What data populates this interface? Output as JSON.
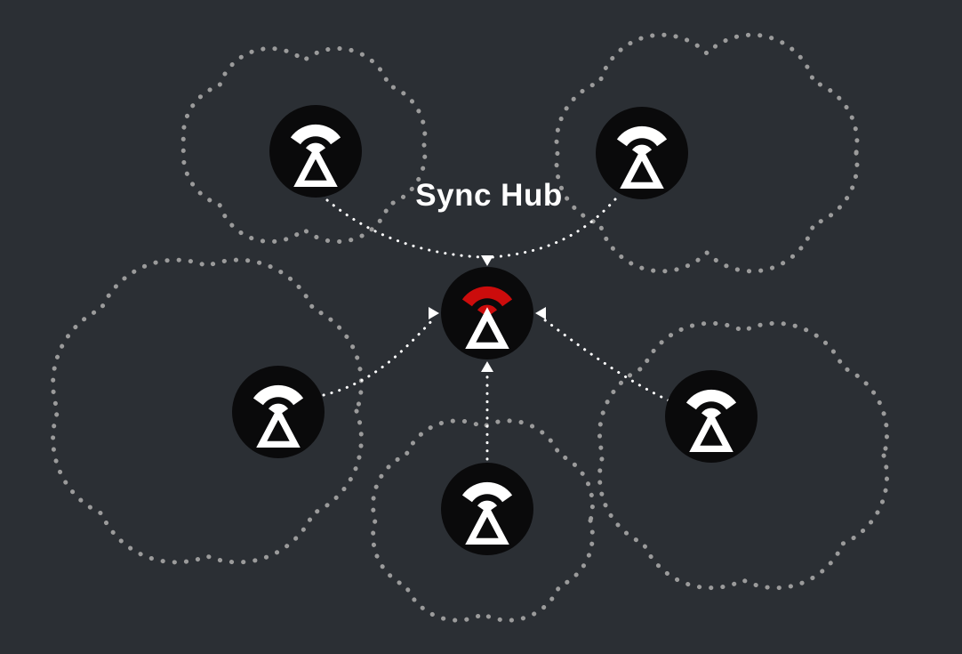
{
  "diagram": {
    "title": "Sync Hub",
    "type": "hub-and-spoke",
    "hub": {
      "id": "sync-hub",
      "icon": "sync-node-icon",
      "accent_color": "#cc0c0c"
    },
    "satellites": [
      {
        "id": "node-top-left",
        "icon": "sync-node-icon",
        "container": "dotted-cloud"
      },
      {
        "id": "node-top-right",
        "icon": "sync-node-icon",
        "container": "dotted-cloud"
      },
      {
        "id": "node-middle-left",
        "icon": "sync-node-icon",
        "container": "dotted-cloud"
      },
      {
        "id": "node-middle-right",
        "icon": "sync-node-icon",
        "container": "dotted-cloud"
      },
      {
        "id": "node-bottom-center",
        "icon": "sync-node-icon",
        "container": "dotted-cloud"
      }
    ],
    "edges": [
      {
        "from": "node-top-left",
        "to": "sync-hub",
        "style": "dotted-arrow"
      },
      {
        "from": "node-top-right",
        "to": "sync-hub",
        "style": "dotted-arrow"
      },
      {
        "from": "node-middle-left",
        "to": "sync-hub",
        "style": "dotted-arrow"
      },
      {
        "from": "node-middle-right",
        "to": "sync-hub",
        "style": "dotted-arrow"
      },
      {
        "from": "node-bottom-center",
        "to": "sync-hub",
        "style": "dotted-arrow"
      }
    ],
    "colors": {
      "background": "#2b2f34",
      "node_fill": "#0a0a0b",
      "icon_white": "#ffffff",
      "hub_accent": "#cc0c0c",
      "cloud_outline": "#9b9b9b",
      "arrow": "#ffffff",
      "title_text": "#ffffff"
    }
  }
}
